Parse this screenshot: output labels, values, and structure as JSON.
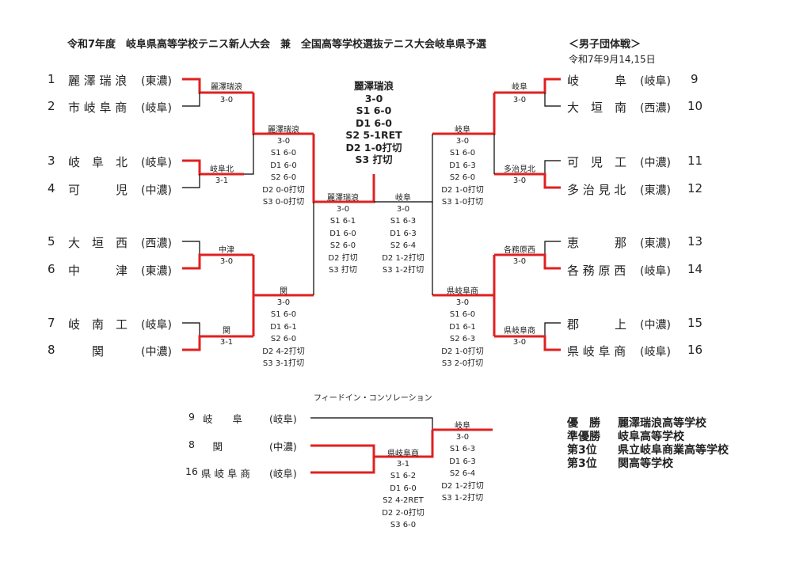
{
  "header": {
    "title": "令和7年度　岐阜県高等学校テニス新人大会　兼　全国高等学校選抜テニス大会岐阜県予選",
    "category": "＜男子団体戦＞",
    "date": "令和7年9月14,15日"
  },
  "colors": {
    "line": "#000000",
    "win": "#e02020"
  },
  "teams": [
    {
      "num": "1",
      "name": "麗 澤 瑞 浪",
      "region": "(東濃)"
    },
    {
      "num": "2",
      "name": "市 岐 阜 商",
      "region": "(岐阜)"
    },
    {
      "num": "3",
      "name": "岐　阜　北",
      "region": "(岐阜)"
    },
    {
      "num": "4",
      "name": "可　　　児",
      "region": "(中濃)"
    },
    {
      "num": "5",
      "name": "大　垣　西",
      "region": "(西濃)"
    },
    {
      "num": "6",
      "name": "中　　　津",
      "region": "(東濃)"
    },
    {
      "num": "7",
      "name": "岐　南　工",
      "region": "(岐阜)"
    },
    {
      "num": "8",
      "name": "　　関",
      "region": "(中濃)"
    },
    {
      "num": "9",
      "name": "岐　　　阜",
      "region": "(岐阜)"
    },
    {
      "num": "10",
      "name": "大　垣　南",
      "region": "(西濃)"
    },
    {
      "num": "11",
      "name": "可　児　工",
      "region": "(中濃)"
    },
    {
      "num": "12",
      "name": "多 治 見 北",
      "region": "(東濃)"
    },
    {
      "num": "13",
      "name": "恵　　　那",
      "region": "(東濃)"
    },
    {
      "num": "14",
      "name": "各 務 原 西",
      "region": "(岐阜)"
    },
    {
      "num": "15",
      "name": "郡　　　上",
      "region": "(中濃)"
    },
    {
      "num": "16",
      "name": "県 岐 阜 商",
      "region": "(岐阜)"
    }
  ],
  "round1": [
    {
      "winner": "麗澤瑞浪",
      "score": "3-0"
    },
    {
      "winner": "岐阜北",
      "score": "3-1"
    },
    {
      "winner": "中津",
      "score": "3-0"
    },
    {
      "winner": "関",
      "score": "3-1"
    },
    {
      "winner": "岐阜",
      "score": "3-0"
    },
    {
      "winner": "多治見北",
      "score": "3-0"
    },
    {
      "winner": "各務原西",
      "score": "3-0"
    },
    {
      "winner": "県岐阜商",
      "score": "3-0"
    }
  ],
  "round2": [
    {
      "winner": "麗澤瑞浪",
      "lines": [
        "3-0",
        "S1 6-0",
        "D1 6-0",
        "S2 6-0",
        "D2 0-0打切",
        "S3 0-0打切"
      ]
    },
    {
      "winner": "関",
      "lines": [
        "3-0",
        "S1 6-0",
        "D1 6-1",
        "S2 6-0",
        "D2 4-2打切",
        "S3 3-1打切"
      ]
    },
    {
      "winner": "岐阜",
      "lines": [
        "3-0",
        "S1 6-0",
        "D1 6-3",
        "S2 6-0",
        "D2 1-0打切",
        "S3 1-0打切"
      ]
    },
    {
      "winner": "県岐阜商",
      "lines": [
        "3-0",
        "S1 6-0",
        "D1 6-1",
        "S2 6-3",
        "D2 1-0打切",
        "S3 2-0打切"
      ]
    }
  ],
  "semis": [
    {
      "winner": "麗澤瑞浪",
      "lines": [
        "3-0",
        "S1 6-1",
        "D1 6-0",
        "S2 6-0",
        "D2 打切",
        "S3 打切"
      ]
    },
    {
      "winner": "岐阜",
      "lines": [
        "3-0",
        "S1 6-3",
        "D1 6-3",
        "S2 6-4",
        "D2 1-2打切",
        "S3 1-2打切"
      ]
    }
  ],
  "final": {
    "lines": [
      "麗澤瑞浪",
      "3-0",
      "S1 6-0",
      "D1 6-0",
      "S2 5-1RET",
      "D2 1-0打切",
      "S3 打切"
    ]
  },
  "consolation": {
    "title": "フィードイン・コンソレーション",
    "teams": [
      {
        "num": "9",
        "name": "岐　　阜",
        "region": "(岐阜)"
      },
      {
        "num": "8",
        "name": "　関",
        "region": "(中濃)"
      },
      {
        "num": "16",
        "name": "県 岐 阜 商",
        "region": "(岐阜)"
      }
    ],
    "match1": {
      "winner": "県岐阜商",
      "lines": [
        "3-1",
        "S1 6-2",
        "D1 6-0",
        "S2 4-2RET",
        "D2 2-0打切",
        "S3 6-0"
      ]
    },
    "match2": {
      "winner": "岐阜",
      "lines": [
        "3-0",
        "S1 6-3",
        "D1 6-3",
        "S2 6-4",
        "D2 1-2打切",
        "S3 1-2打切"
      ]
    }
  },
  "results": [
    {
      "place": "優　勝",
      "school": "麗澤瑞浪高等学校"
    },
    {
      "place": "準優勝",
      "school": "岐阜高等学校"
    },
    {
      "place": "第3位",
      "school": "県立岐阜商業高等学校"
    },
    {
      "place": "第3位",
      "school": "関高等学校"
    }
  ]
}
